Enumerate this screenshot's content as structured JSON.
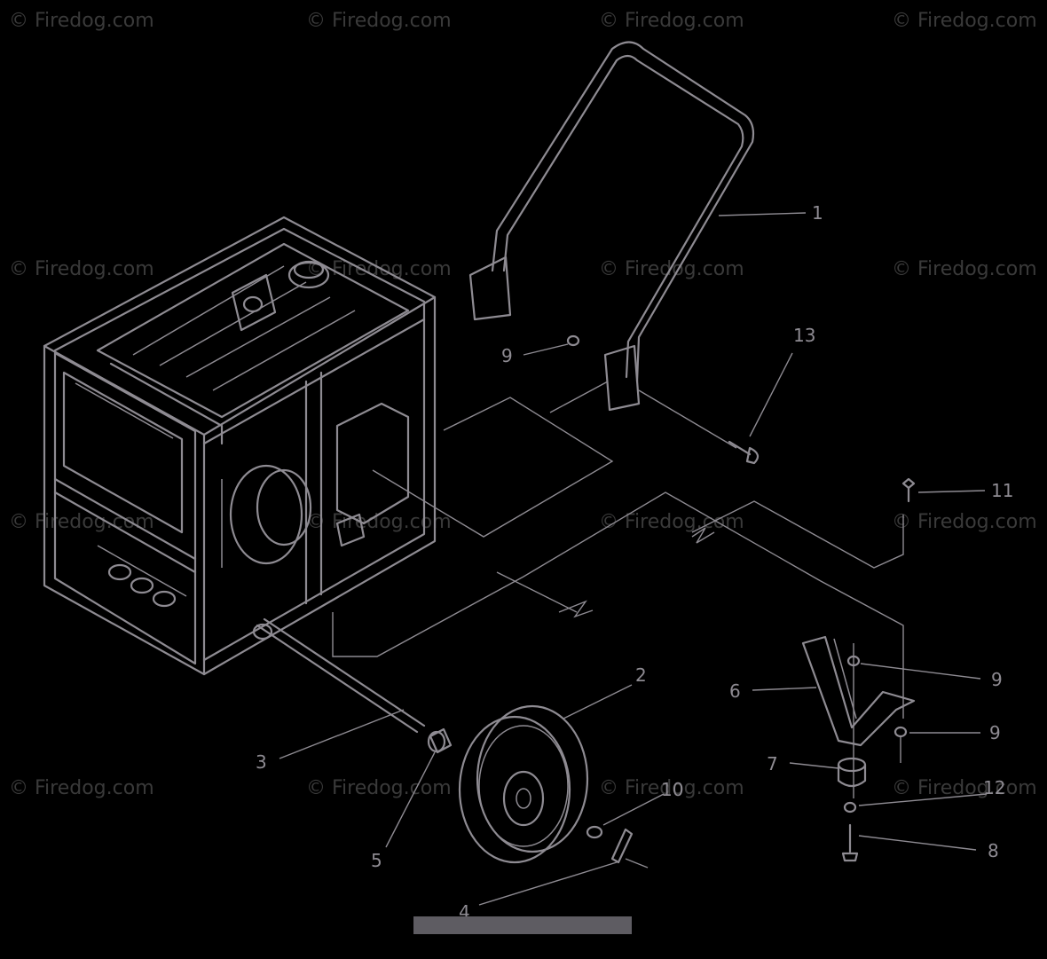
{
  "diagram": {
    "watermark": "© Firedog.com",
    "callouts": [
      "1",
      "2",
      "3",
      "4",
      "5",
      "6",
      "7",
      "8",
      "9",
      "9",
      "9",
      "10",
      "11",
      "12",
      "13"
    ]
  },
  "colors": {
    "line": "#8e8b92",
    "background": "#000000",
    "watermark": "#3a3a3a"
  }
}
